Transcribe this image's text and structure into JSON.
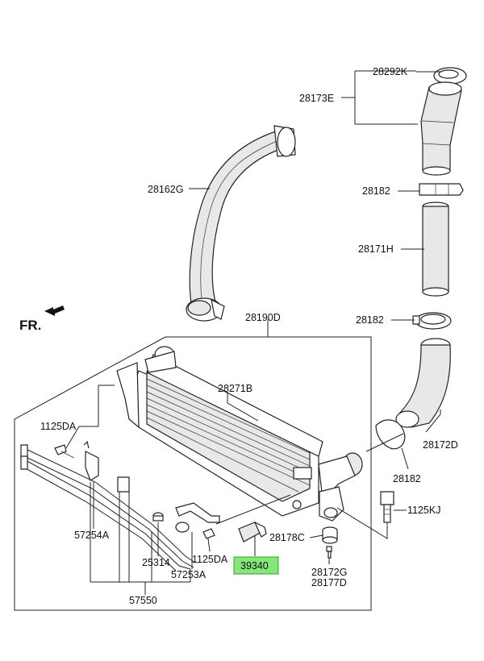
{
  "direction_label": "FR.",
  "highlight_color": "#86e67a",
  "labels": {
    "p28292K": "28292K",
    "p28173E": "28173E",
    "p28162G": "28162G",
    "p28182_a": "28182",
    "p28171H": "28171H",
    "p28182_b": "28182",
    "p28190D": "28190D",
    "p28271B": "28271B",
    "p1125DA_a": "1125DA",
    "p28172D": "28172D",
    "p28182_c": "28182",
    "p1125KJ": "1125KJ",
    "p57254A": "57254A",
    "p28178C": "28178C",
    "p25314": "25314",
    "p1125DA_b": "1125DA",
    "p39340": "39340",
    "p57253A": "57253A",
    "p28172G": "28172G",
    "p28177D": "28177D",
    "p57550": "57550"
  }
}
